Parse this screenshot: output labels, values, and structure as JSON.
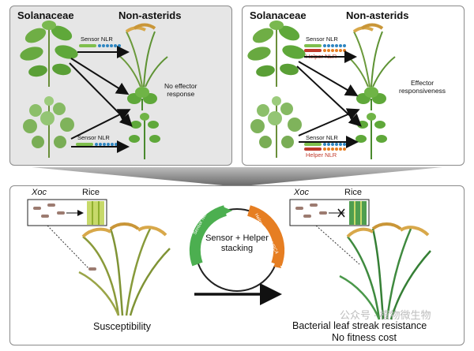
{
  "top_left": {
    "header_left": "Solanaceae",
    "header_right": "Non-asterids",
    "sensor_label_top": "Sensor NLR",
    "sensor_label_bottom": "Sensor NLR",
    "caption_line1": "No effector",
    "caption_line2": "response"
  },
  "top_right": {
    "header_left": "Solanaceae",
    "header_right": "Non-asterids",
    "sensor_label_top": "Sensor NLR",
    "helper_label_top": "Helper NLR",
    "sensor_label_bottom": "Sensor NLR",
    "helper_label_bottom": "Helper NLR",
    "caption_line1": "Effector",
    "caption_line2": "responsiveness"
  },
  "bottom": {
    "xoc_left": "Xoc",
    "rice_left": "Rice",
    "xoc_right": "Xoc",
    "rice_right": "Rice",
    "susceptibility": "Susceptibility",
    "stack_line1": "Sensor + Helper",
    "stack_line2": "stacking",
    "plasmid_sensor": "Sensor NLR Bs4",
    "plasmid_helper": "Helper NLR NbNRC4",
    "resistance_line1": "Bacterial leaf streak resistance",
    "resistance_line2": "No fitness cost"
  },
  "watermark": "公众号 · 植物微生物",
  "colors": {
    "sensor_green": "#7fbf4d",
    "sensor_blue": "#2e86c1",
    "helper_orange": "#e67e22",
    "helper_red": "#c0392b",
    "plant_green": "#5fa83a",
    "rice_gold": "#d8a84a"
  }
}
